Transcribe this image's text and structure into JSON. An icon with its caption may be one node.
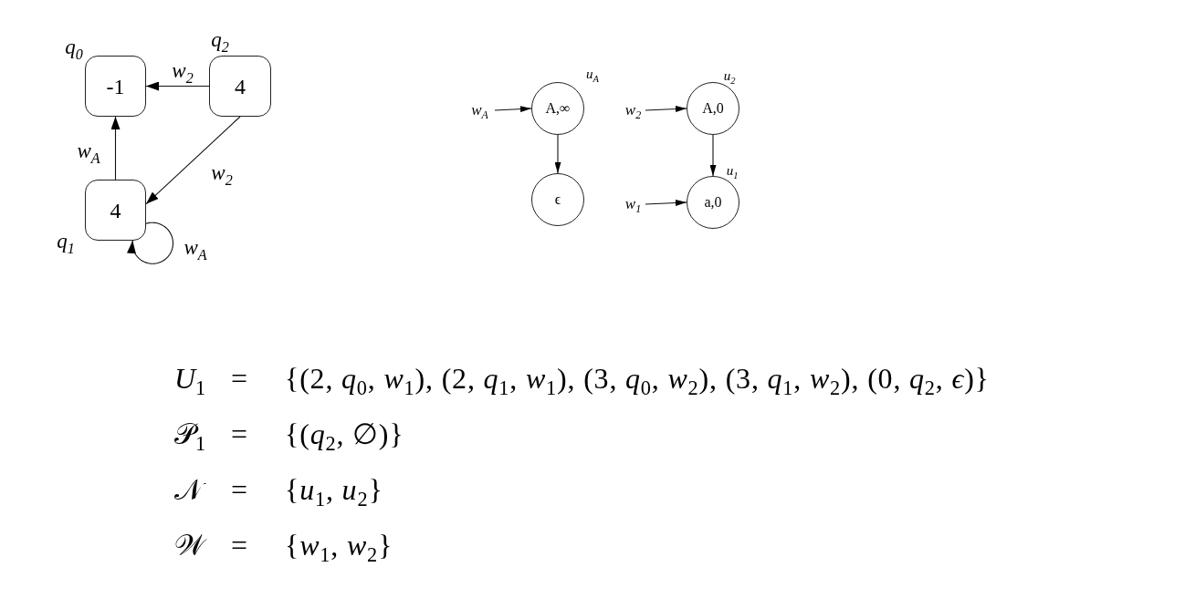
{
  "diagram": {
    "nodes": [
      {
        "text": [
          "-1"
        ],
        "beside": [
          "q$_{0}$"
        ]
      },
      {
        "text": [
          "4"
        ],
        "beside": [
          "q$_{2}$"
        ]
      },
      {
        "text": [
          "4"
        ],
        "beside": [
          "q$_{1}$"
        ]
      },
      {
        "text": [
          "w$_{A}$"
        ]
      },
      {
        "text": [
          "A,∞"
        ],
        "beside": [
          "u$_{A}$"
        ]
      },
      {
        "text": [
          "ϵ"
        ]
      },
      {
        "text": [
          "w$_{2}$"
        ]
      },
      {
        "text": [
          "A,0"
        ],
        "beside": [
          "u$_{2}$"
        ]
      },
      {
        "text": [
          "w$_{1}$"
        ]
      },
      {
        "text": [
          "a,0"
        ],
        "beside": [
          "u$_{1}$"
        ]
      }
    ],
    "edges": [
      {
        "from": 1,
        "to": 0,
        "arrow": "to",
        "label": "w$_{2}$"
      },
      {
        "from": 2,
        "to": 0,
        "arrow": "to",
        "label": "w$_{A}$"
      },
      {
        "from": 1,
        "to": 2,
        "arrow": "to",
        "label": "w$_{2}$"
      },
      {
        "from": 2,
        "to": 2,
        "arrow": "to",
        "label": "w$_{A}$"
      },
      {
        "from": 3,
        "to": 4,
        "arrow": "to"
      },
      {
        "from": 4,
        "to": 5,
        "arrow": "to"
      },
      {
        "from": 6,
        "to": 7,
        "arrow": "to"
      },
      {
        "from": 7,
        "to": 9,
        "arrow": "to"
      },
      {
        "from": 8,
        "to": 9,
        "arrow": "to"
      }
    ],
    "labels": [
      "*U*$_{1}$",
      "=",
      "{(2, *q*$_{0}$, *w*$_{1}$), (2, *q*$_{1}$, *w*$_{1}$), (3, *q*$_{0}$, *w*$_{2}$), (3, *q*$_{1}$, *w*$_{2}$), (0, *q*$_{2}$, *ϵ*)}",
      "𝒫$_{1}$",
      "=",
      "{(*q*$_{2}$, ∅)}",
      "𝒩",
      "=",
      "{*u*$_{1}$, *u*$_{2}$}",
      "𝒲",
      "=",
      "{*w*$_{1}$, *w*$_{2}$}"
    ]
  }
}
